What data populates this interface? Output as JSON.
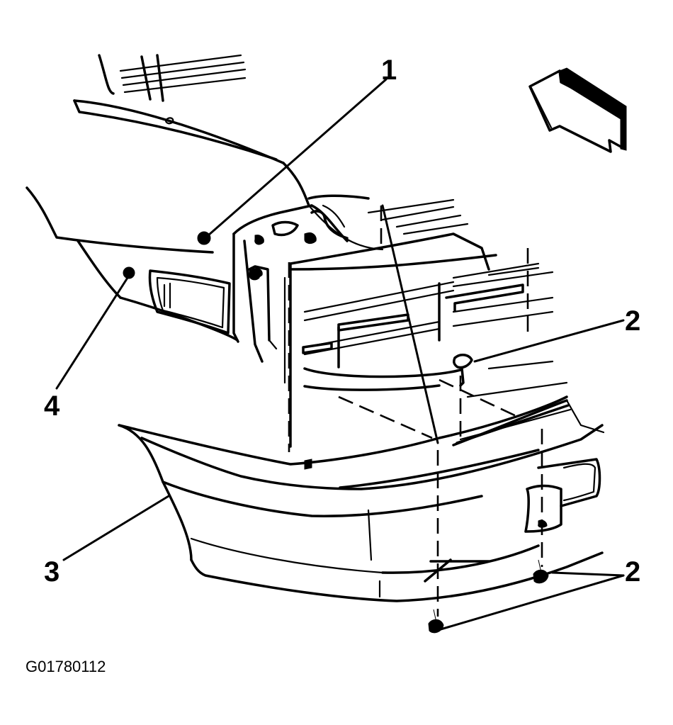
{
  "callouts": {
    "c1": "1",
    "c2_upper": "2",
    "c2_lower": "2",
    "c3": "3",
    "c4": "4"
  },
  "figure_id": "G01780112",
  "icons": {
    "direction_arrow": "front-direction-arrow-icon",
    "fastener": "push-pin-fastener-icon",
    "bolt": "bolt-icon"
  }
}
